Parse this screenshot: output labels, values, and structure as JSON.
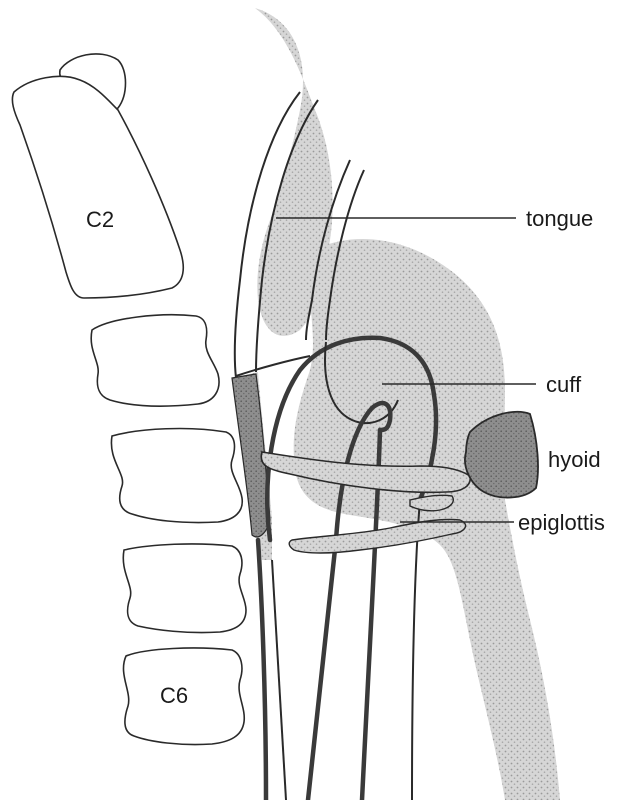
{
  "vertebrae": {
    "top": "C2",
    "bottom": "C6"
  },
  "labels": {
    "tongue": "tongue",
    "cuff": "cuff",
    "hyoid": "hyoid",
    "epiglottis": "epiglottis"
  },
  "colors": {
    "line": "#2a2a2a",
    "tissue_shading": "#b8b8b8",
    "cartilage_dark": "#8a8a8a",
    "background": "#ffffff"
  }
}
